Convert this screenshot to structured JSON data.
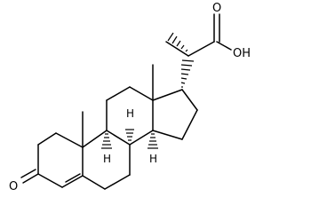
{
  "molecule": {
    "atom_labels": {
      "oxygen_ketone": "O",
      "carboxyl_oh": "OH",
      "carboxyl_o": "O"
    },
    "stereo_h_labels": {
      "h8": "H",
      "h9": "H",
      "h14": "H"
    }
  }
}
